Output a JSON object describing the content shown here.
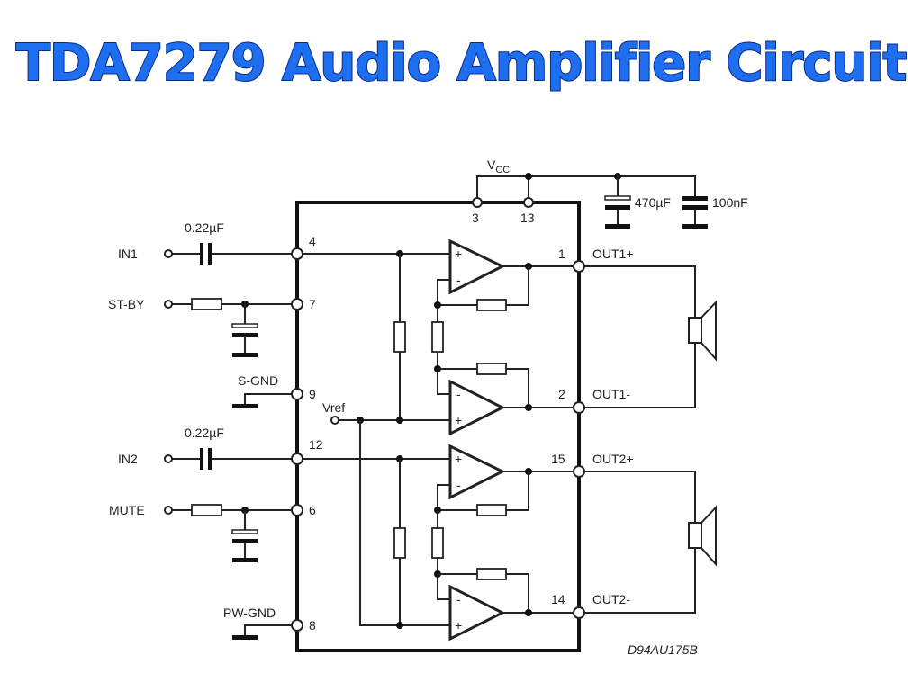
{
  "title": "TDA7279 Audio Amplifier Circuit",
  "colors": {
    "title_fill": "#1e6ef0",
    "title_outline": "#0a2a8a",
    "wire": "#222222"
  },
  "supply": {
    "label_main": "V",
    "label_sub": "CC",
    "pins": [
      "3",
      "13"
    ],
    "capacitors": [
      "470µF",
      "100nF"
    ]
  },
  "inputs": [
    {
      "label": "IN1",
      "cap": "0.22µF",
      "pin": "4"
    },
    {
      "label": "ST-BY",
      "pin": "7"
    },
    {
      "label": "S-GND",
      "pin": "9"
    },
    {
      "label": "IN2",
      "cap": "0.22µF",
      "pin": "12"
    },
    {
      "label": "MUTE",
      "pin": "6"
    },
    {
      "label": "PW-GND",
      "pin": "8"
    }
  ],
  "vref": "Vref",
  "outputs": [
    {
      "pin": "1",
      "label": "OUT1+"
    },
    {
      "pin": "2",
      "label": "OUT1-"
    },
    {
      "pin": "15",
      "label": "OUT2+"
    },
    {
      "pin": "14",
      "label": "OUT2-"
    }
  ],
  "amp_signs": {
    "plus": "+",
    "minus": "-"
  },
  "drawing_code": "D94AU175B"
}
